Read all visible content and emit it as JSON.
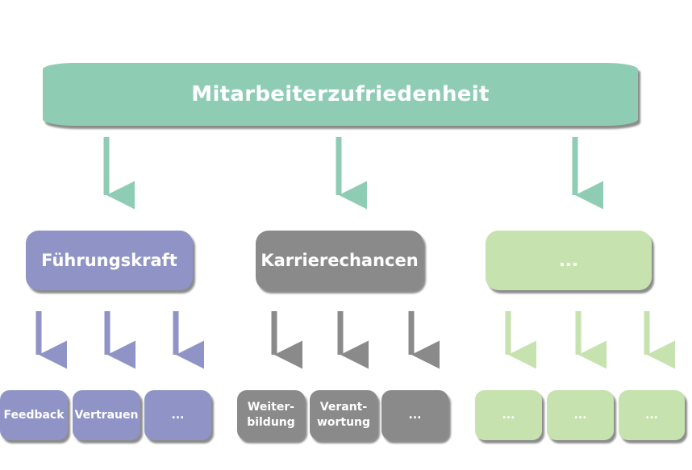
{
  "root": {
    "label": "Mitarbeiterzufriedenheit"
  },
  "level1": [
    {
      "label": "Führungskraft"
    },
    {
      "label": "Karrierechancen"
    },
    {
      "label": "..."
    }
  ],
  "leaves": {
    "fuehrung": [
      "Feedback",
      "Vertrauen",
      "..."
    ],
    "karriere": [
      "Weiter-\nbildung",
      "Verant-\nwortung",
      "..."
    ],
    "weitere": [
      "...",
      "...",
      "..."
    ]
  },
  "colors": {
    "root": "#8ecdb4",
    "fuehrung": "#8f93c6",
    "karriere": "#8a8a8a",
    "weitere": "#c6e2ae"
  }
}
